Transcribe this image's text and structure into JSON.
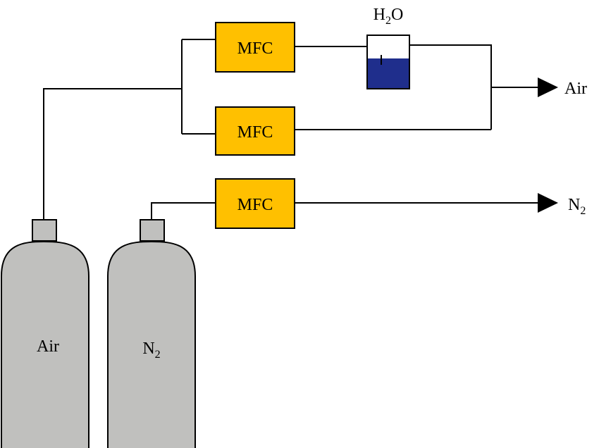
{
  "colors": {
    "mfc_fill": "#FFC000",
    "cylinder_fill": "#C0C0BE",
    "water_fill": "#1F2E8C",
    "line": "#000000",
    "background": "#FFFFFF"
  },
  "mfc_labels": {
    "air_humid": "MFC",
    "air_dry": "MFC",
    "nitrogen": "MFC"
  },
  "bubbler": {
    "label_main": "H",
    "label_sub": "2",
    "label_tail": "O"
  },
  "outputs": {
    "air": {
      "label": "Air"
    },
    "nitrogen": {
      "label": "N",
      "sub": "2"
    }
  },
  "cylinders": {
    "air": {
      "label": "Air"
    },
    "nitrogen": {
      "label": "N",
      "sub": "2"
    }
  },
  "icons": [
    "arrow-head-icon",
    "gas-cylinder-icon",
    "water-bubbler-icon"
  ]
}
